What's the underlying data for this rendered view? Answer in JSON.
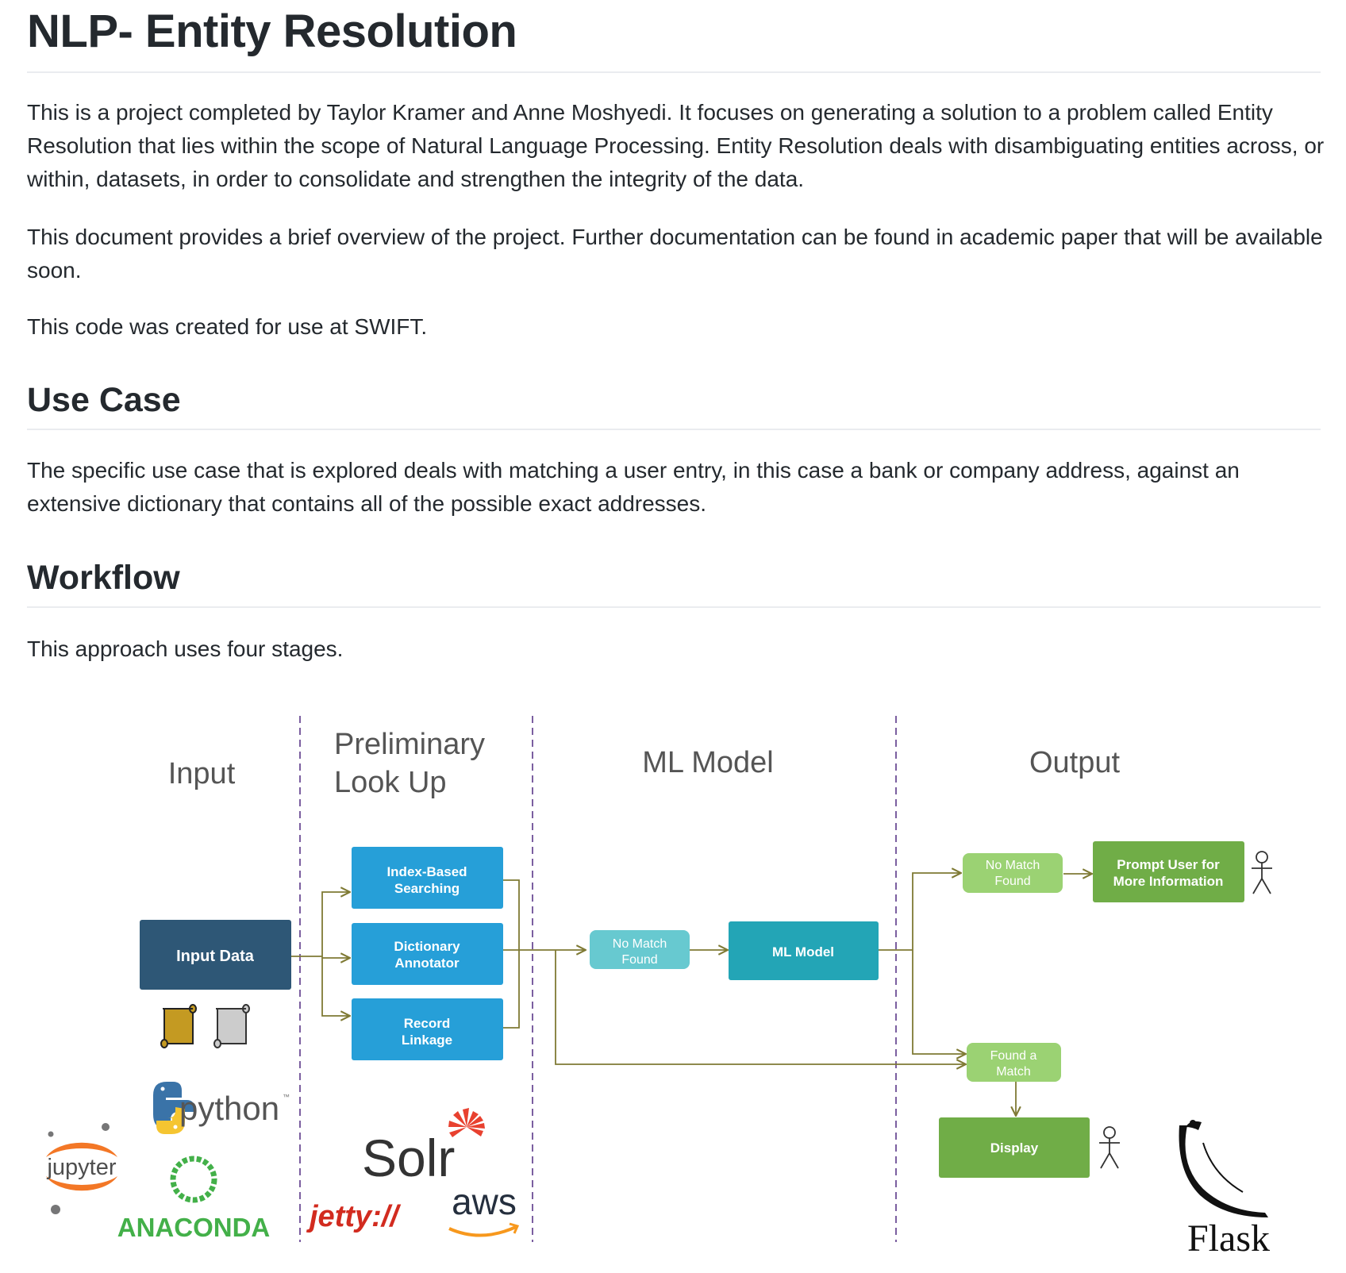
{
  "doc": {
    "title": "NLP- Entity Resolution",
    "intro_p1": "This is a project completed by Taylor Kramer and Anne Moshyedi. It focuses on generating a solution to a problem called Entity Resolution that lies within the scope of Natural Language Processing. Entity Resolution deals with disambiguating entities across, or within, datasets, in order to consolidate and strengthen the integrity of the data.",
    "intro_p2": "This document provides a brief overview of the project. Further documentation can be found in academic paper that will be available soon.",
    "intro_p3": "This code was created for use at SWIFT.",
    "use_case_heading": "Use Case",
    "use_case_text": "The specific use case that is explored deals with matching a user entry, in this case a bank or company address, against an extensive dictionary that contains all of the possible exact addresses.",
    "workflow_heading": "Workflow",
    "workflow_text": "This approach uses four stages."
  },
  "diagram": {
    "stages": {
      "input": "Input",
      "prelim_line1": "Preliminary",
      "prelim_line2": "Look Up",
      "ml": "ML Model",
      "output": "Output"
    },
    "nodes": {
      "input_data": "Input Data",
      "index_line1": "Index-Based",
      "index_line2": "Searching",
      "dict_line1": "Dictionary",
      "dict_line2": "Annotator",
      "record_line1": "Record",
      "record_line2": "Linkage",
      "nomatch1_line1": "No Match",
      "nomatch1_line2": "Found",
      "ml_model": "ML Model",
      "nomatch2_line1": "No Match",
      "nomatch2_line2": "Found",
      "prompt_line1": "Prompt User for",
      "prompt_line2": "More Information",
      "found_line1": "Found a",
      "found_line2": "Match",
      "display": "Display"
    },
    "logos": {
      "python": "python",
      "python_tm": "™",
      "jupyter": "jupyter",
      "anaconda": "ANACONDA",
      "solr": "Solr",
      "jetty": "jetty://",
      "aws": "aws",
      "flask": "Flask"
    },
    "icons": [
      "file-scroll-icon",
      "user-icon",
      "python-icon",
      "jupyter-icon",
      "anaconda-icon",
      "solr-icon",
      "flask-icon"
    ],
    "colors": {
      "input_data": "#2e5776",
      "prelim_boxes": "#269fd8",
      "nomatch_light": "#67c9d0",
      "ml_model": "#23a5b6",
      "green_light": "#9bd273",
      "green_dark": "#70ad47",
      "arrows": "#7f7a34",
      "dividers": "#7b5fa0"
    }
  }
}
